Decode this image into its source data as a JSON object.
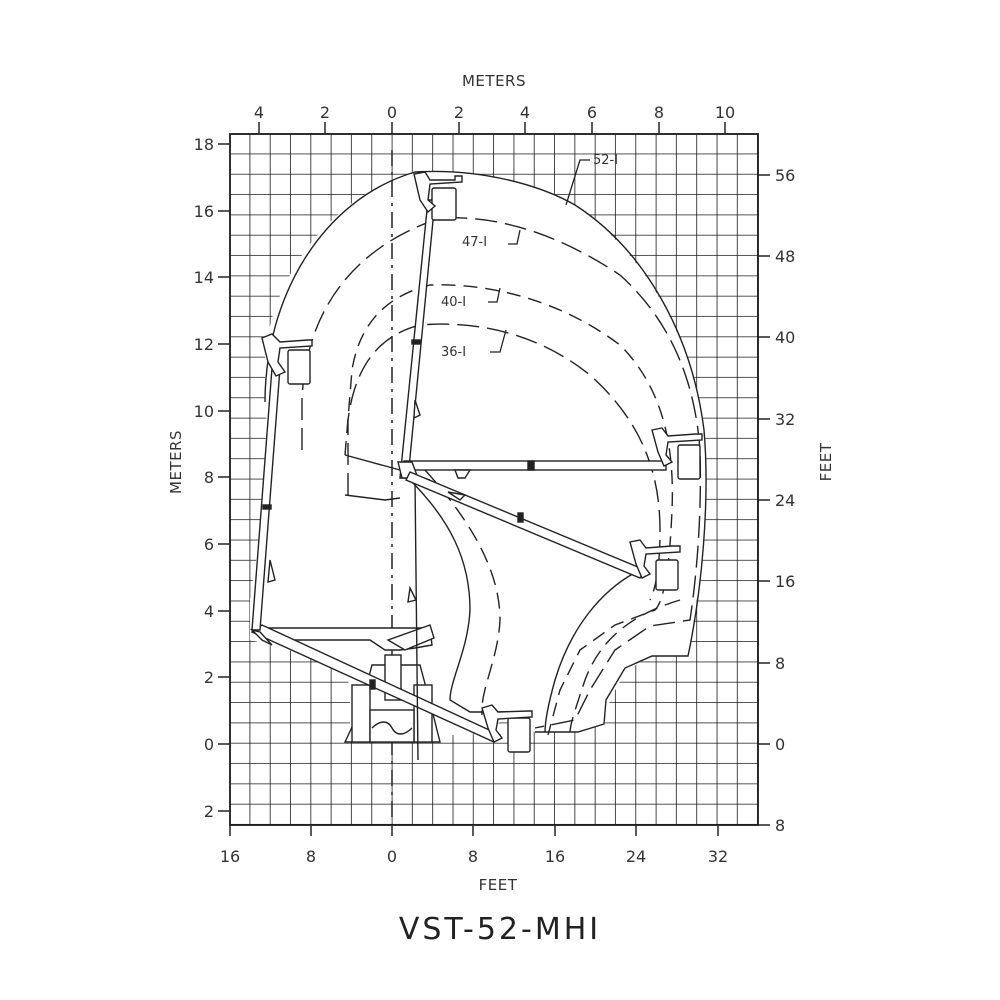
{
  "title": "VST-52-MHI",
  "axes": {
    "top_title": "METERS",
    "bottom_title": "FEET",
    "left_title": "METERS",
    "right_title": "FEET",
    "top_ticks": [
      "4",
      "2",
      "0",
      "2",
      "4",
      "6",
      "8",
      "10"
    ],
    "bottom_ticks": [
      "16",
      "8",
      "0",
      "8",
      "16",
      "24",
      "32"
    ],
    "left_ticks": [
      "18",
      "16",
      "14",
      "12",
      "10",
      "8",
      "6",
      "4",
      "2",
      "0",
      "2"
    ],
    "right_ticks": [
      "56",
      "48",
      "40",
      "32",
      "24",
      "16",
      "8",
      "0",
      "8"
    ]
  },
  "curves": [
    {
      "label": "52-I",
      "style": "solid"
    },
    {
      "label": "47-I",
      "style": "long-dash"
    },
    {
      "label": "40-I",
      "style": "dash"
    },
    {
      "label": "36-I",
      "style": "long-dash"
    }
  ],
  "colors": {
    "line": "#222222",
    "grid": "#1a1a1a",
    "background": "#ffffff"
  },
  "chart_data": {
    "type": "diagram",
    "title": "VST-52-MHI",
    "description": "Working range diagram of an aerial lift (bucket truck) showing boom positions and reach envelopes",
    "x_axis_feet": {
      "label": "FEET",
      "range": [
        -16,
        36
      ],
      "ticks": [
        16,
        8,
        0,
        8,
        16,
        24,
        32
      ]
    },
    "x_axis_meters": {
      "label": "METERS",
      "ticks": [
        4,
        2,
        0,
        2,
        4,
        6,
        8,
        10
      ]
    },
    "y_axis_meters": {
      "label": "METERS",
      "range": [
        -2.5,
        18.3
      ],
      "ticks": [
        18,
        16,
        14,
        12,
        10,
        8,
        6,
        4,
        2,
        0,
        2
      ]
    },
    "y_axis_feet": {
      "label": "FEET",
      "range": [
        -8,
        60
      ],
      "ticks": [
        56,
        48,
        40,
        32,
        24,
        16,
        8,
        0,
        8
      ]
    },
    "grid": true,
    "envelopes": [
      "52-I",
      "47-I",
      "40-I",
      "36-I"
    ],
    "approx_max_height_ft": 56,
    "approx_max_reach_ft": 30
  }
}
